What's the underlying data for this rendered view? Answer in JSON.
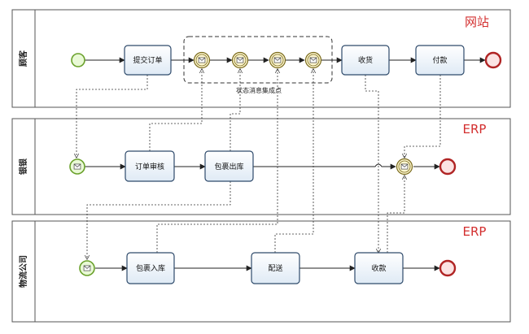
{
  "lanes": [
    {
      "name": "顾客",
      "system": "网站"
    },
    {
      "name": "银银",
      "system": "ERP"
    },
    {
      "name": "物流公司",
      "system": "ERP"
    }
  ],
  "tasks": {
    "submit_order": "提交订单",
    "receive_goods": "收货",
    "pay": "付款",
    "order_review": "订单审核",
    "pack_out": "包裹出库",
    "pack_in": "包裹入库",
    "deliver": "配送",
    "collect_payment": "收款"
  },
  "group_label": "状态消息集成点",
  "colors": {
    "system_tag": "#d32f2f",
    "task_border": "#2e4a6b",
    "start": "#6aa12b",
    "end": "#b02424"
  },
  "icons": [
    "start-event-icon",
    "end-event-icon",
    "message-event-icon",
    "envelope-icon"
  ]
}
